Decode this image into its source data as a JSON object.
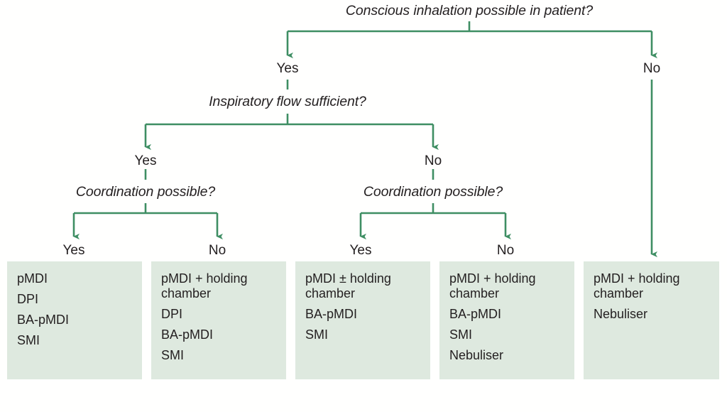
{
  "colors": {
    "arrow_green": "#3E8E63",
    "box_fill": "#DEE9DF",
    "text": "#231F20",
    "background": "#FFFFFE"
  },
  "diagram": {
    "title": "Conscious inhalation possible in patient?",
    "questions": {
      "root": "Conscious inhalation possible in patient?",
      "inspiratory_flow": "Inspiratory flow sufficient?",
      "coordination_left": "Coordination possible?",
      "coordination_right": "Coordination possible?"
    },
    "branch_labels": {
      "root_yes": "Yes",
      "root_no": "No",
      "flow_yes": "Yes",
      "flow_no": "No",
      "coord_left_yes": "Yes",
      "coord_left_no": "No",
      "coord_right_yes": "Yes",
      "coord_right_no": "No"
    },
    "outcomes": [
      {
        "id": "outcome-1",
        "lines": [
          "pMDI",
          "DPI",
          "BA-pMDI",
          "SMI"
        ]
      },
      {
        "id": "outcome-2",
        "lines": [
          "pMDI + holding chamber",
          "DPI",
          "BA-pMDI",
          "SMI"
        ]
      },
      {
        "id": "outcome-3",
        "lines": [
          "pMDI ± holding chamber",
          "BA-pMDI",
          "SMI"
        ]
      },
      {
        "id": "outcome-4",
        "lines": [
          "pMDI + holding chamber",
          "BA-pMDI",
          "SMI",
          "Nebuliser"
        ]
      },
      {
        "id": "outcome-5",
        "lines": [
          "pMDI + holding chamber",
          "Nebuliser"
        ]
      }
    ]
  }
}
